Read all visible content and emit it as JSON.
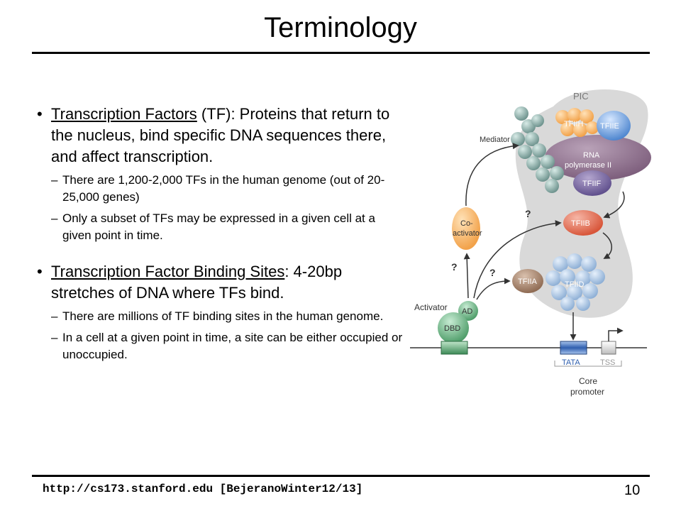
{
  "title": "Terminology",
  "bullets": [
    {
      "term": "Transcription Factors",
      "rest": " (TF): Proteins that return to the nucleus, bind specific DNA sequences there, and affect transcription.",
      "subs": [
        "There are 1,200-2,000 TFs in the human genome (out of 20-25,000 genes)",
        "Only a subset of TFs may be expressed in a given cell at a given point in time."
      ]
    },
    {
      "term": "Transcription Factor Binding Sites",
      "rest": ": 4-20bp stretches of DNA where TFs bind.",
      "subs": [
        "There are millions of TF binding sites in the human genome.",
        "In a cell at a given point in time, a site can be either occupied or unoccupied."
      ]
    }
  ],
  "diagram": {
    "pic": "PIC",
    "mediator": "Mediator",
    "tfiih": "TFIIH",
    "tfiie": "TFIIE",
    "rna_pol_line1": "RNA",
    "rna_pol_line2": "polymerase II",
    "tfiif": "TFIIF",
    "tfiib": "TFIIB",
    "coactivator_line1": "Co-",
    "coactivator_line2": "activator",
    "q1": "?",
    "q2": "?",
    "q3": "?",
    "tfiia": "TFIIA",
    "tfiid": "TFIID",
    "activator": "Activator",
    "ad": "AD",
    "dbd": "DBD",
    "tata": "TATA",
    "tss": "TSS",
    "core_line1": "Core",
    "core_line2": "promoter"
  },
  "footer": {
    "url": "http://cs173.stanford.edu [BejeranoWinter12/13]",
    "page": "10"
  }
}
